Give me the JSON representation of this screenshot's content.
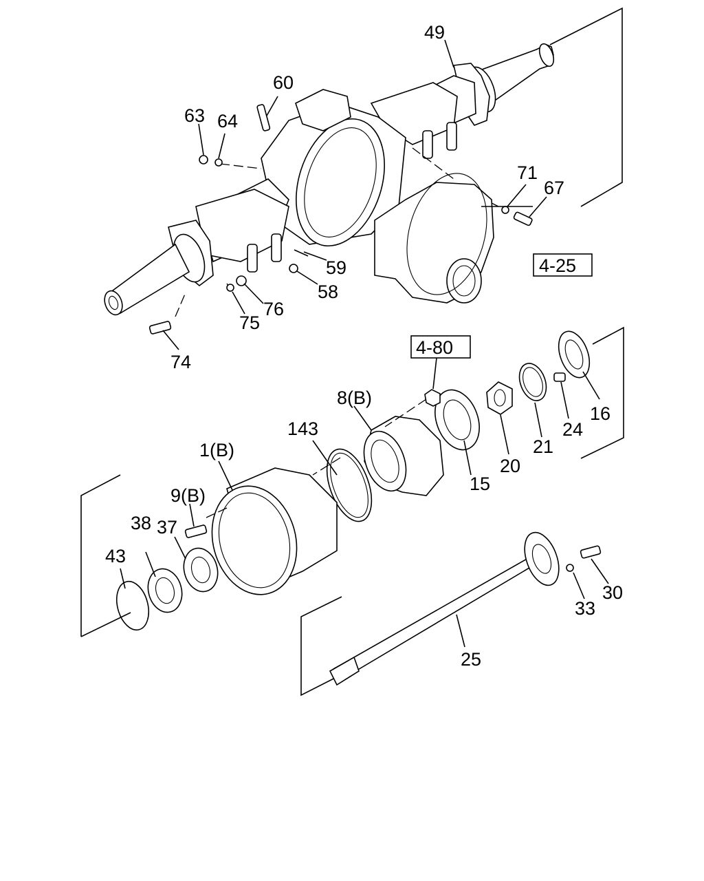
{
  "diagram": {
    "callouts": {
      "c49": "49",
      "c60": "60",
      "c63": "63",
      "c64": "64",
      "c71": "71",
      "c67": "67",
      "c59": "59",
      "c58": "58",
      "c76": "76",
      "c75": "75",
      "c74": "74",
      "c16": "16",
      "c24": "24",
      "c21": "21",
      "c20": "20",
      "c15": "15",
      "c8b": "8(B)",
      "c143": "143",
      "c1b": "1(B)",
      "c9b": "9(B)",
      "c37": "37",
      "c38": "38",
      "c43": "43",
      "c30": "30",
      "c33": "33",
      "c25": "25"
    },
    "references": {
      "ref_4_25": "4-25",
      "ref_4_80": "4-80"
    }
  }
}
